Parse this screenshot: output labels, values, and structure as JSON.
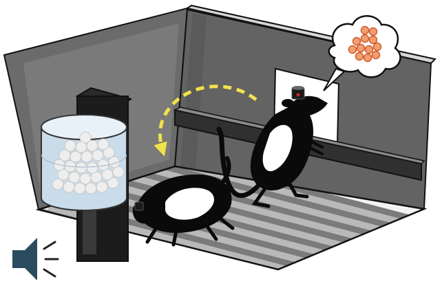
{
  "colors": {
    "background": "#ffffff",
    "outline": "#111111",
    "left_wall": "#6b6b6b",
    "left_wall_inner": "#7a7a7a",
    "back_wall": "#636363",
    "back_wall_top": "#d7d7d7",
    "floor_slat": "#7b7b7b",
    "floor_slat_light": "#b9b9b9",
    "floor_gap": "#f3f3f3",
    "ledge": "#303030",
    "pellet_cylinder": "#c9dcea",
    "pellet": "#eeeeee",
    "dispenser_post": "#1c1c1c",
    "rat_body": "#0a0a0a",
    "rat_highlight": "#ffffff",
    "arrow": "#f2e24a",
    "thought_pellet": "#f0a070",
    "thought_pellet_edge": "#d4582d",
    "speaker": "#2b4c5e",
    "headstage_led": "#d8201c"
  },
  "icons": {
    "sound": "speaker-icon",
    "reward": "food-pellet-icon",
    "cue": "light-panel-icon"
  },
  "scene": {
    "elements": [
      "operant-chamber",
      "pellet-dispenser",
      "pellet-trough",
      "rat-rearing-at-panel",
      "rat-eating-at-trough",
      "thought-bubble-pellets",
      "yellow-dashed-arrow",
      "speaker-icon"
    ]
  }
}
